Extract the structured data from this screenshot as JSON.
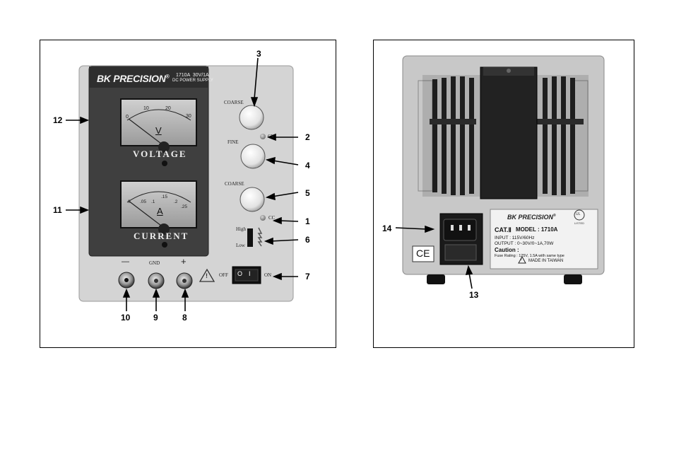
{
  "front": {
    "brand": "BK PRECISION",
    "registered_mark": "®",
    "model_line1": "1710A  30V/1A",
    "model_line2": "DC POWER SUPPLY",
    "voltage_meter": {
      "scale_labels": [
        "0",
        "10",
        "20",
        "30"
      ],
      "unit": "V",
      "label": "VOLTAGE"
    },
    "current_meter": {
      "scale_labels": [
        "0",
        ".05",
        ".1",
        ".15",
        ".2",
        ".25"
      ],
      "unit": "A",
      "label": "CURRENT"
    },
    "coarse_label_top": "COARSE",
    "fine_label": "FINE",
    "coarse_label_bottom": "COARSE",
    "cv_label": "CV",
    "cc_label": "CC",
    "high_label": "High",
    "low_label": "Low",
    "gnd_label": "GND",
    "minus_label": "—",
    "plus_label": "+",
    "off_label": "OFF",
    "on_label": "ON",
    "switch_off_symbol": "O",
    "switch_on_symbol": "I",
    "warning_symbol": "!"
  },
  "back": {
    "brand": "BK PRECISION",
    "registered_mark": "®",
    "cat_label": "CAT.Ⅱ",
    "model_label": "MODEL : 1710A",
    "input_line": "INPUT : 115V/60Hz",
    "output_line": "OUTPUT : 0~30V/0~1A,70W",
    "caution_title": "Caution :",
    "fuse_line": "Fuse Rating : 125V, 1.5A with same type",
    "made_in": "MADE IN TAIWAN",
    "ce_mark": "CE",
    "ul_mark": "UL",
    "ul_listed": "LISTED",
    "warning_symbol": "!"
  },
  "callouts": [
    "1",
    "2",
    "3",
    "4",
    "5",
    "6",
    "7",
    "8",
    "9",
    "10",
    "11",
    "12",
    "13",
    "14"
  ]
}
